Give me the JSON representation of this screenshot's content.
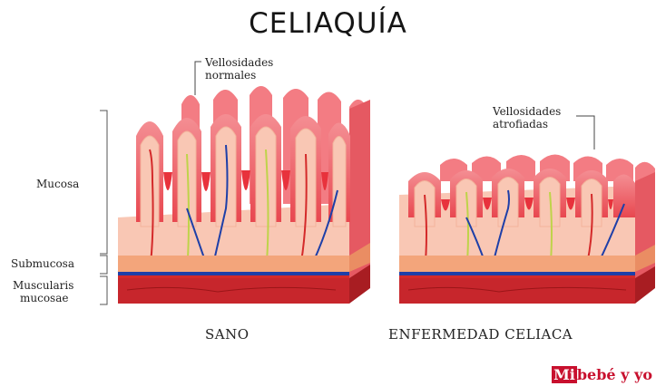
{
  "title": "CELIAQUÍA",
  "annotations": {
    "normal_villi": [
      "Vellosidades",
      "normales"
    ],
    "atrophied_villi": [
      "Vellosidades",
      "atrofiadas"
    ]
  },
  "layers": {
    "mucosa": "Mucosa",
    "submucosa": "Submucosa",
    "muscularis": [
      "Muscularis",
      "mucosae"
    ]
  },
  "captions": {
    "healthy": "SANO",
    "disease": "ENFERMEDAD CELIACA"
  },
  "brand": {
    "mark": "Mi",
    "rest": "bebé y yo"
  },
  "colors": {
    "villus_outer": "#ee5a63",
    "villus_inner": "#f9c7b4",
    "submucosa": "#f3a57b",
    "muscularis": "#c7262c",
    "vein": "#1e3fa8",
    "artery": "#d42a2a",
    "lymph": "#bfd34a"
  }
}
